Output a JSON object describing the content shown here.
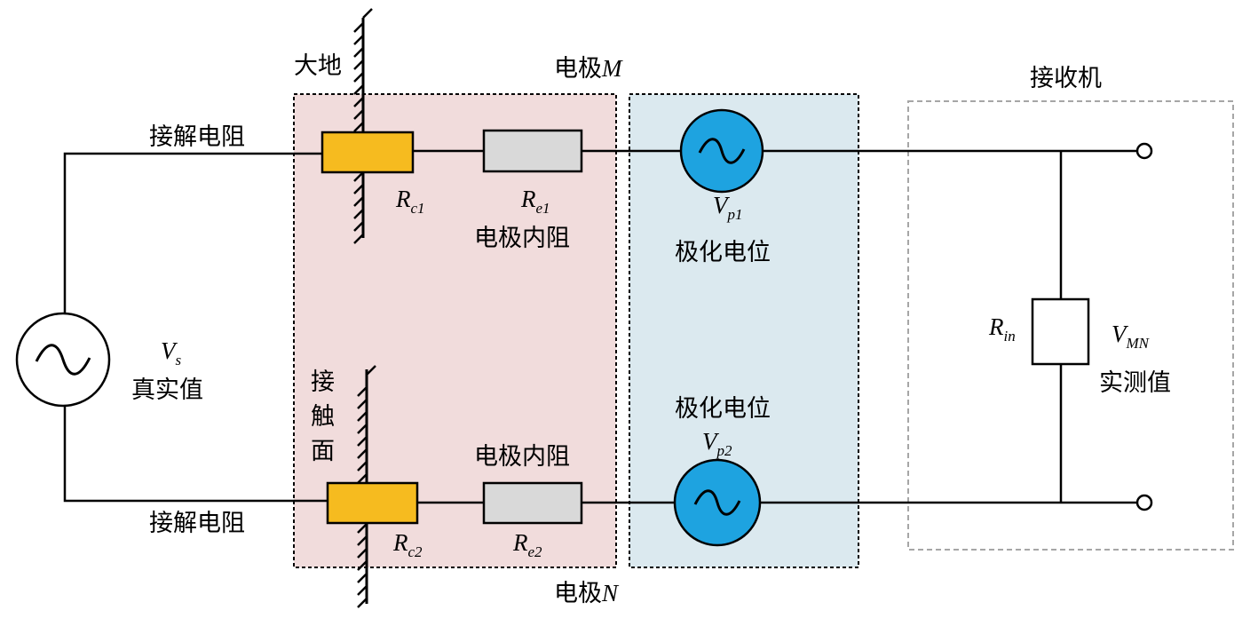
{
  "colors": {
    "earth_region": "#f1dcdc",
    "polarization_region": "#dbe9ef",
    "contact_resistor": "#f6bb1f",
    "electrode_resistor": "#d9d9d9",
    "polarization_source": "#1ea3e0",
    "receiver_border": "#a6a6a6"
  },
  "labels": {
    "earth": "大地",
    "electrode_m": "电极",
    "electrode_m_var": "M",
    "electrode_n": "电极",
    "electrode_n_var": "N",
    "receiver": "接收机",
    "contact_resistance_top": "接解电阻",
    "contact_resistance_bottom": "接解电阻",
    "contact_face_1": "接",
    "contact_face_2": "触",
    "contact_face_3": "面",
    "electrode_internal_top": "电极内阻",
    "electrode_internal_bottom": "电极内阻",
    "polarization_top": "极化电位",
    "polarization_bottom": "极化电位",
    "true_value": "真实值",
    "measured_value": "实测值"
  },
  "symbols": {
    "rc1": {
      "main": "R",
      "sub_i": "c",
      "sub": "1"
    },
    "re1": {
      "main": "R",
      "sub_i": "e",
      "sub": "1"
    },
    "rc2": {
      "main": "R",
      "sub_i": "c",
      "sub": "2"
    },
    "re2": {
      "main": "R",
      "sub_i": "e",
      "sub": "2"
    },
    "vp1": {
      "main": "V",
      "sub": "p1"
    },
    "vp2": {
      "main": "V",
      "sub": "p2"
    },
    "vs": {
      "main": "V",
      "sub": "s"
    },
    "rin": {
      "main": "R",
      "sub": "in"
    },
    "vmn": {
      "main": "V",
      "sub_i": "MN"
    }
  }
}
